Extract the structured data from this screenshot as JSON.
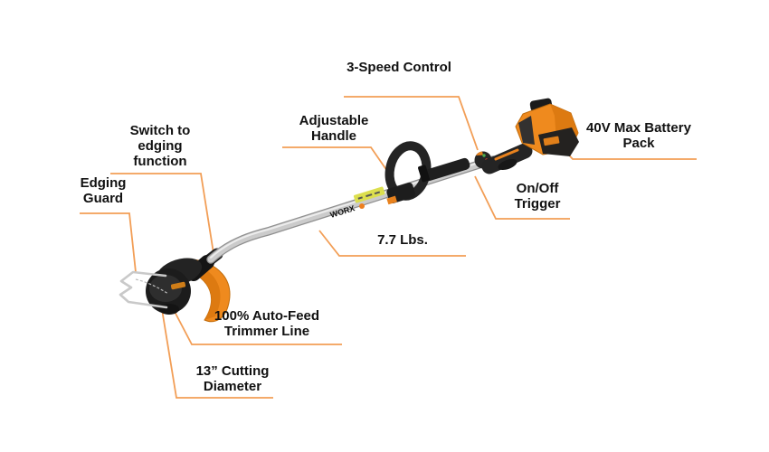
{
  "diagram": {
    "product_brand": "WORX",
    "callouts": [
      {
        "id": "speed-control",
        "label": "3-Speed Control"
      },
      {
        "id": "adjustable-handle",
        "label": "Adjustable Handle"
      },
      {
        "id": "switch-edging",
        "label": "Switch to edging function"
      },
      {
        "id": "edging-guard",
        "label": "Edging Guard"
      },
      {
        "id": "weight",
        "label": "7.7 Lbs."
      },
      {
        "id": "on-off-trigger",
        "label": "On/Off Trigger"
      },
      {
        "id": "battery-pack",
        "label": "40V Max Battery Pack"
      },
      {
        "id": "trimmer-line",
        "label": "100% Auto-Feed Trimmer Line"
      },
      {
        "id": "cutting-diameter",
        "label": "13” Cutting Diameter"
      }
    ],
    "colors": {
      "background": "#ffffff",
      "label_text": "#111111",
      "callout_line": "#f29e56",
      "product_orange": "#ef8a1e",
      "product_black": "#1f1f1f",
      "shaft_silver": "#cccccc",
      "warning_label_yellow": "#dcdf4e",
      "led_green": "#4caf50",
      "led_red": "#d23b2b"
    }
  }
}
